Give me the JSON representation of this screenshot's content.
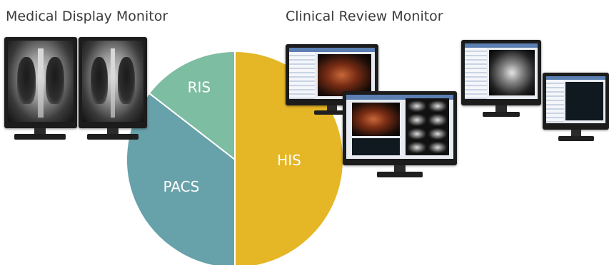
{
  "captions": {
    "left": "Medical Display Monitor",
    "right": "Clinical Review Monitor"
  },
  "chart_data": {
    "type": "pie",
    "slices": [
      {
        "label": "HIS",
        "value": 50,
        "color": "#e5b626"
      },
      {
        "label": "PACS",
        "value": 35.5,
        "color": "#67a1aa"
      },
      {
        "label": "RIS",
        "value": 14.5,
        "color": "#7dbda2"
      }
    ],
    "start": "top",
    "direction": "clockwise",
    "label_color": "#ffffff"
  },
  "monitors": [
    {
      "name": "medical-display-monitor-dual",
      "icon": "chest-xray-icon"
    },
    {
      "name": "clinical-review-monitor-1",
      "icon": "3d-render-screen-icon"
    },
    {
      "name": "clinical-review-monitor-2",
      "icon": "ct-slices-screen-icon"
    },
    {
      "name": "clinical-review-monitor-3",
      "icon": "spine-xray-screen-icon"
    },
    {
      "name": "clinical-review-monitor-4",
      "icon": "imaging-software-screen-icon"
    }
  ]
}
